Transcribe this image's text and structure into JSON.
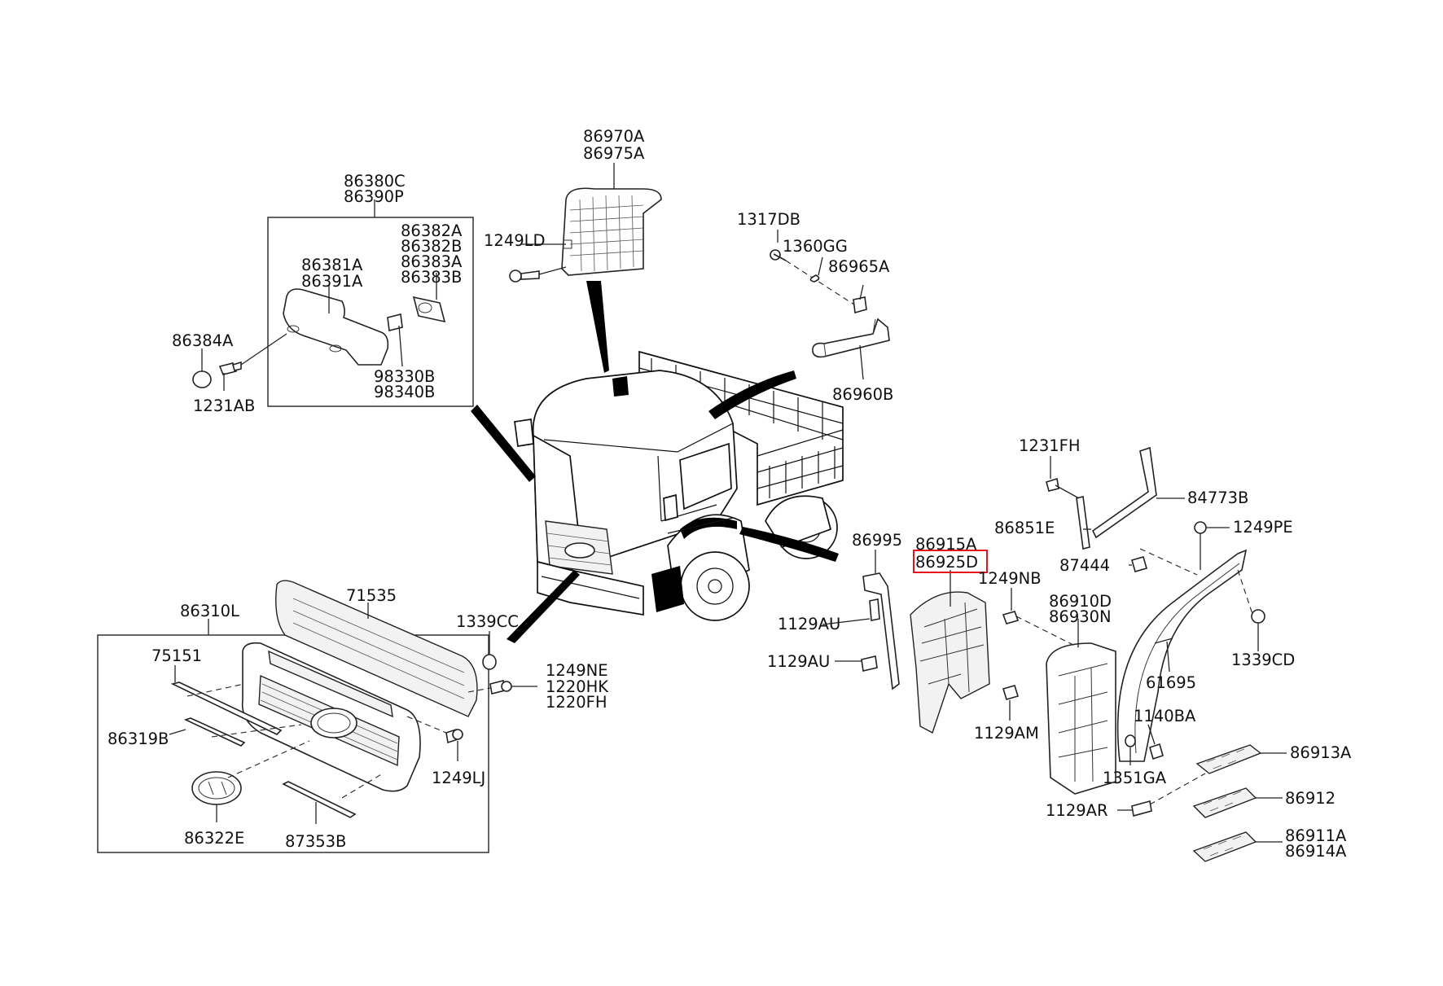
{
  "diagram": {
    "highlight_color": "#e8141c",
    "labels": {
      "p86970A": "86970A",
      "p86975A": "86975A",
      "p1249LD": "1249LD",
      "p86380C": "86380C",
      "p86390P": "86390P",
      "p86382A": "86382A",
      "p86382B": "86382B",
      "p86383A": "86383A",
      "p86383B": "86383B",
      "p86381A": "86381A",
      "p86391A": "86391A",
      "p86384A": "86384A",
      "p98330B": "98330B",
      "p98340B": "98340B",
      "p1231AB": "1231AB",
      "p1317DB": "1317DB",
      "p1360GG": "1360GG",
      "p86965A": "86965A",
      "p86960B": "86960B",
      "p1231FH": "1231FH",
      "p84773B": "84773B",
      "p86851E": "86851E",
      "p1249PE": "1249PE",
      "p86995": "86995",
      "p86915A": "86915A",
      "p86925D": "86925D",
      "p87444": "87444",
      "p1249NB": "1249NB",
      "p86910D": "86910D",
      "p86930N": "86930N",
      "p1129AU_a": "1129AU",
      "p1129AU_b": "1129AU",
      "p1339CD": "1339CD",
      "p61695": "61695",
      "p1129AM": "1129AM",
      "p1140BA": "1140BA",
      "p86913A": "86913A",
      "p1351GA": "1351GA",
      "p86912": "86912",
      "p1129AR": "1129AR",
      "p86911A": "86911A",
      "p86914A": "86914A",
      "p86310L": "86310L",
      "p71535": "71535",
      "p1339CC": "1339CC",
      "p75151": "75151",
      "p1249NE": "1249NE",
      "p1220HK": "1220HK",
      "p1220FH": "1220FH",
      "p86319B": "86319B",
      "p1249LJ": "1249LJ",
      "p86322E": "86322E",
      "p87353B": "87353B"
    }
  }
}
